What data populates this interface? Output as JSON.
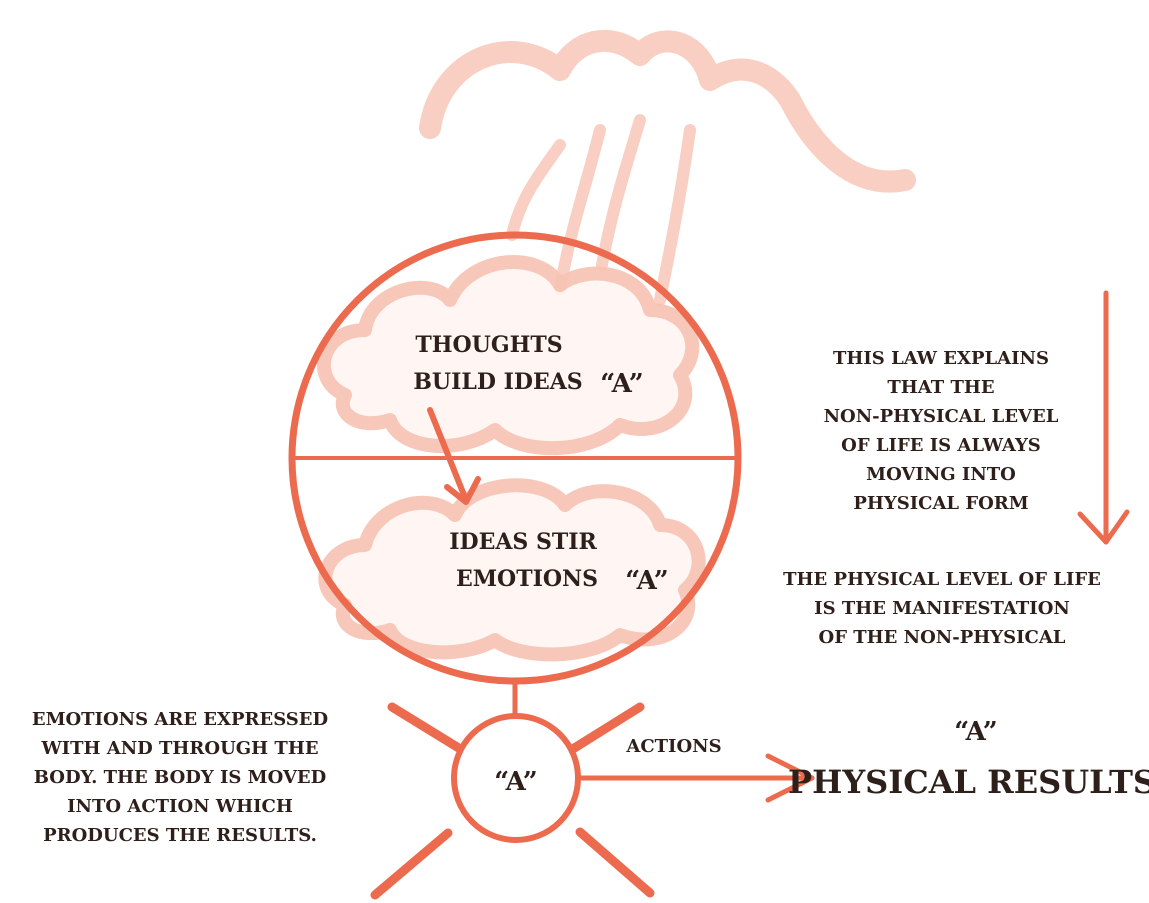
{
  "colors": {
    "accent": "#ec6a4e",
    "accent_soft": "#f7c3b2",
    "text": "#2e1f1a"
  },
  "top_section": {
    "line1": "THOUGHTS",
    "line2": "BUILD IDEAS",
    "marker": "“A”"
  },
  "bottom_section": {
    "line1": "IDEAS STIR",
    "line2": "EMOTIONS",
    "marker": "“A”"
  },
  "body_circle": {
    "marker": "“A”"
  },
  "actions_label": "ACTIONS",
  "result": {
    "marker": "“A”",
    "label": "PHYSICAL RESULTS"
  },
  "law_explanation": [
    "THIS LAW EXPLAINS",
    "THAT THE",
    "NON-PHYSICAL LEVEL",
    "OF LIFE IS ALWAYS",
    "MOVING INTO",
    "PHYSICAL FORM"
  ],
  "physical_level": [
    "THE PHYSICAL LEVEL OF LIFE",
    "IS THE MANIFESTATION",
    "OF THE NON-PHYSICAL"
  ],
  "body_explanation": [
    "EMOTIONS ARE EXPRESSED",
    "WITH AND THROUGH THE",
    "BODY. THE BODY IS MOVED",
    "INTO ACTION WHICH",
    "PRODUCES THE RESULTS."
  ]
}
